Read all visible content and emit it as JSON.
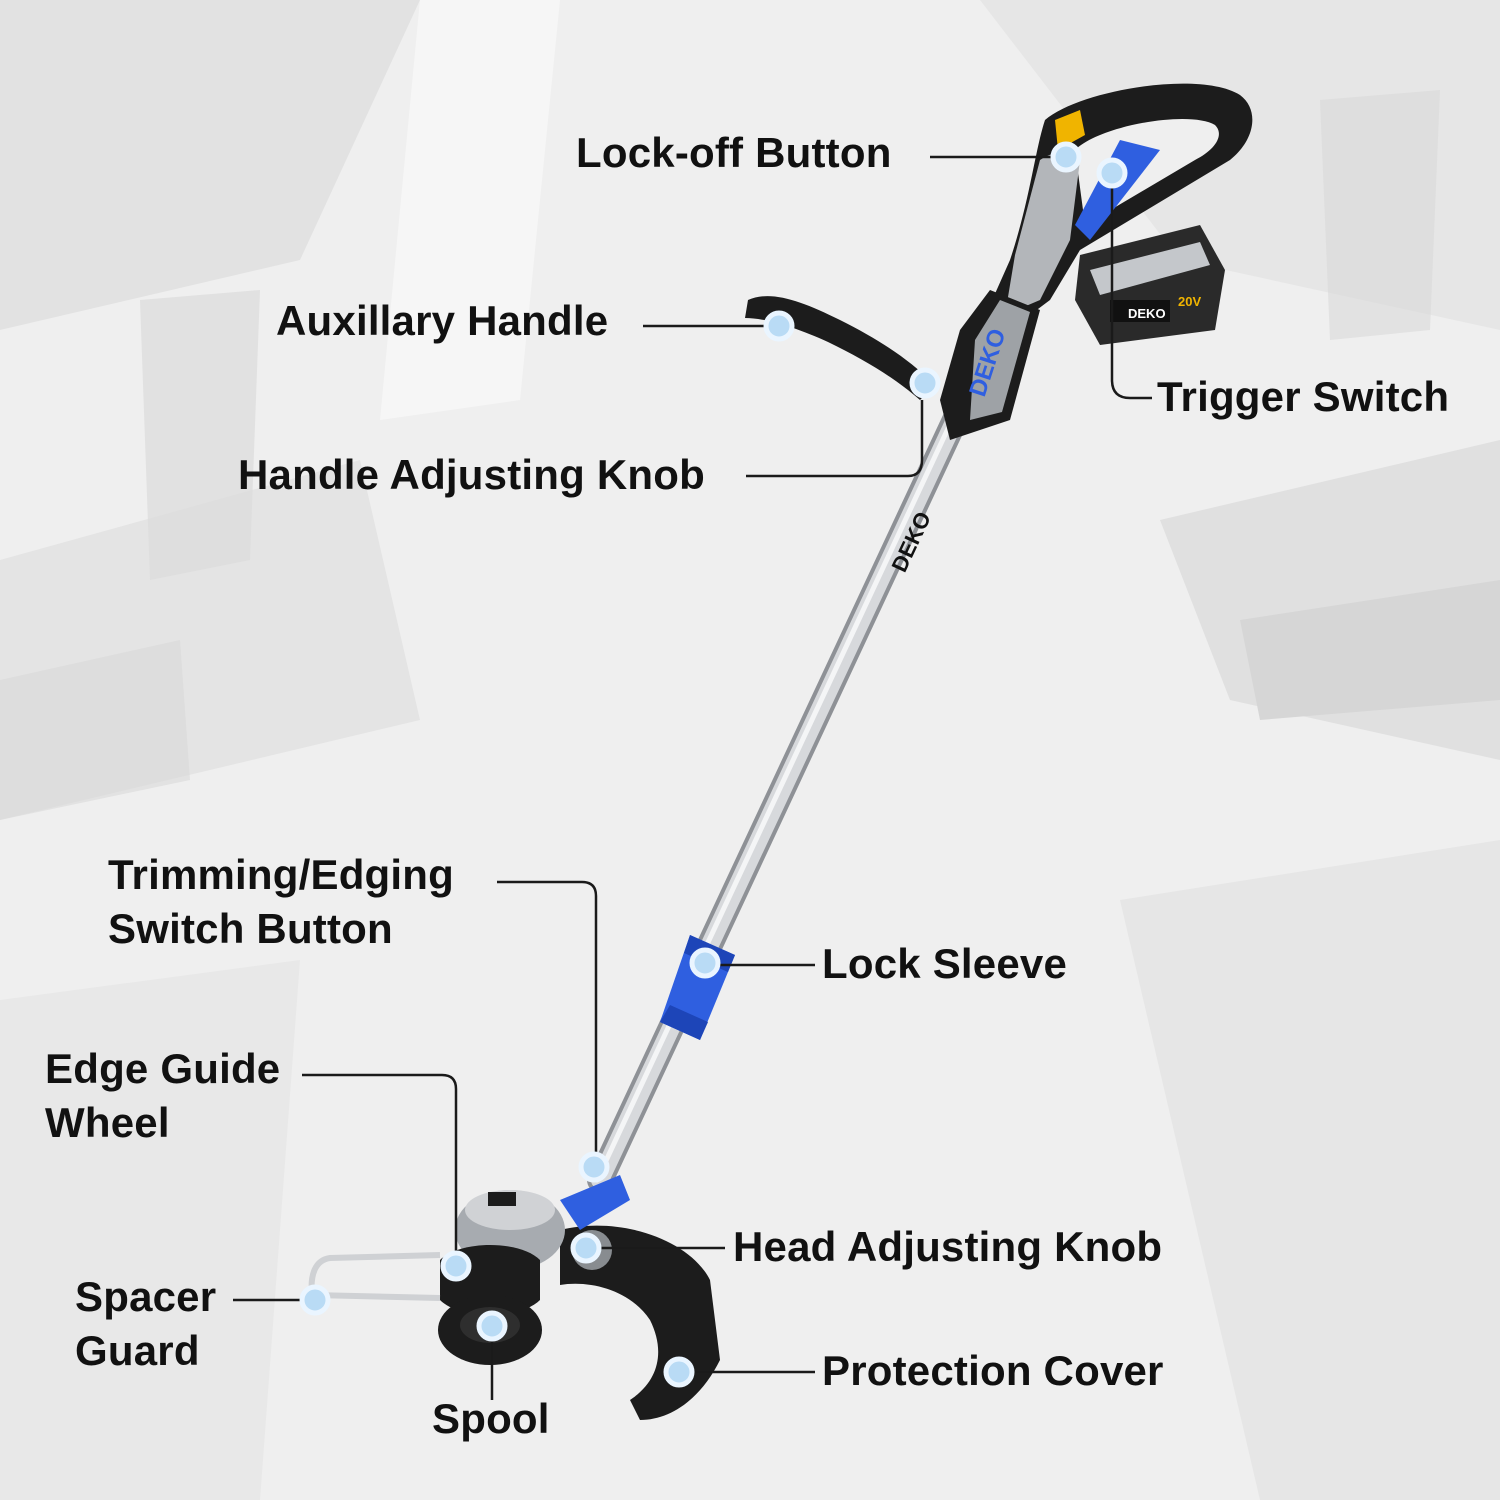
{
  "brand": {
    "handle_logo": "DEKO",
    "shaft_logo": "DEKO",
    "battery_logo": "DEKO",
    "battery_voltage": "20V"
  },
  "colors": {
    "accent_blue": "#2f5fe0",
    "dark_plastic": "#1c1c1c",
    "silver_shaft": "#c9ccd0",
    "marker_fill": "#b9dbf5"
  },
  "callouts": {
    "lock_off_button": "Lock-off Button",
    "auxiliary_handle": "Auxillary Handle",
    "trigger_switch": "Trigger Switch",
    "handle_adjusting_knob": "Handle Adjusting Knob",
    "trimming_switch_line1": "Trimming/Edging",
    "trimming_switch_line2": "Switch Button",
    "lock_sleeve": "Lock Sleeve",
    "edge_guide_line1": "Edge Guide",
    "edge_guide_line2": "Wheel",
    "head_adjusting_knob": "Head Adjusting Knob",
    "spacer_guard_line1": "Spacer",
    "spacer_guard_line2": "Guard",
    "protection_cover": "Protection Cover",
    "spool": "Spool"
  }
}
